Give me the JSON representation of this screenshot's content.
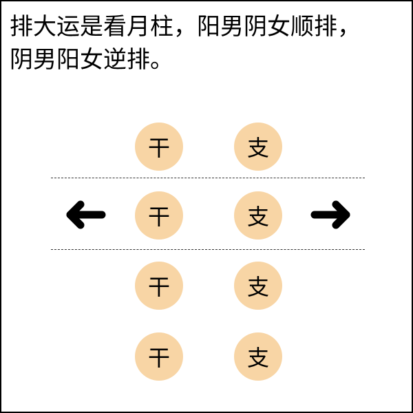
{
  "caption": {
    "line1": "排大运是看月柱，阳男阴女顺排，",
    "line2": "阴男阳女逆排。"
  },
  "pillars": [
    {
      "stem": "干",
      "branch": "支"
    },
    {
      "stem": "干",
      "branch": "支"
    },
    {
      "stem": "干",
      "branch": "支"
    },
    {
      "stem": "干",
      "branch": "支"
    }
  ],
  "highlighted_row": 1,
  "arrows": {
    "left": "arrow-left-icon",
    "right": "arrow-right-icon"
  },
  "colors": {
    "circle_fill": "#f8d5a5",
    "arrow": "#000000",
    "divider": "#333333"
  }
}
